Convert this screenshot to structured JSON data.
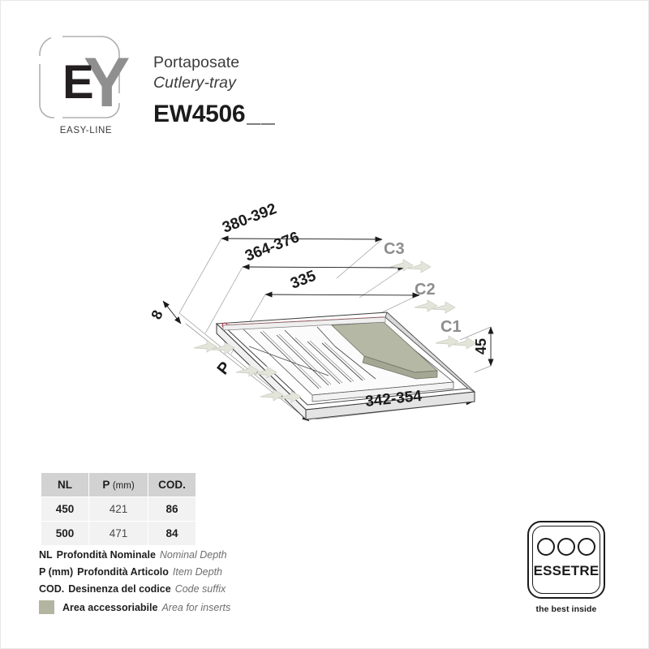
{
  "brand": {
    "logo_letters": {
      "first": "E",
      "second": "Y"
    },
    "logo_subtitle": "EASY-LINE"
  },
  "header": {
    "title_it": "Portaposate",
    "title_en": "Cutlery-tray",
    "code": "EW4506",
    "code_suffix": "__"
  },
  "drawing": {
    "dimensions": {
      "top_outer": "380-392",
      "top_middle": "364-376",
      "top_inner": "335",
      "front_width": "342-354",
      "height": "45",
      "thickness": "8",
      "depth": "P"
    },
    "callouts": [
      "C3",
      "C2",
      "C1"
    ],
    "insert_color": "#b5b8a4",
    "highlight_color": "#c8354a"
  },
  "table": {
    "headers": [
      {
        "abbr": "NL",
        "unit": ""
      },
      {
        "abbr": "P",
        "unit": "(mm)"
      },
      {
        "abbr": "COD.",
        "unit": ""
      }
    ],
    "rows": [
      {
        "nl": "450",
        "p": "421",
        "cod": "86"
      },
      {
        "nl": "500",
        "p": "471",
        "cod": "84"
      }
    ]
  },
  "legend": {
    "rows": [
      {
        "abbr": "NL",
        "it": "Profondità Nominale",
        "en": "Nominal Depth"
      },
      {
        "abbr": "P (mm)",
        "it": "Profondità Articolo",
        "en": "Item Depth"
      },
      {
        "abbr": "COD.",
        "it": "Desinenza del codice",
        "en": "Code suffix"
      }
    ],
    "swatch": {
      "it": "Area accessoriabile",
      "en": "Area for inserts",
      "color": "#b3b5a0"
    }
  },
  "manufacturer": {
    "name": "ESSETRE",
    "tagline": "the best inside"
  }
}
